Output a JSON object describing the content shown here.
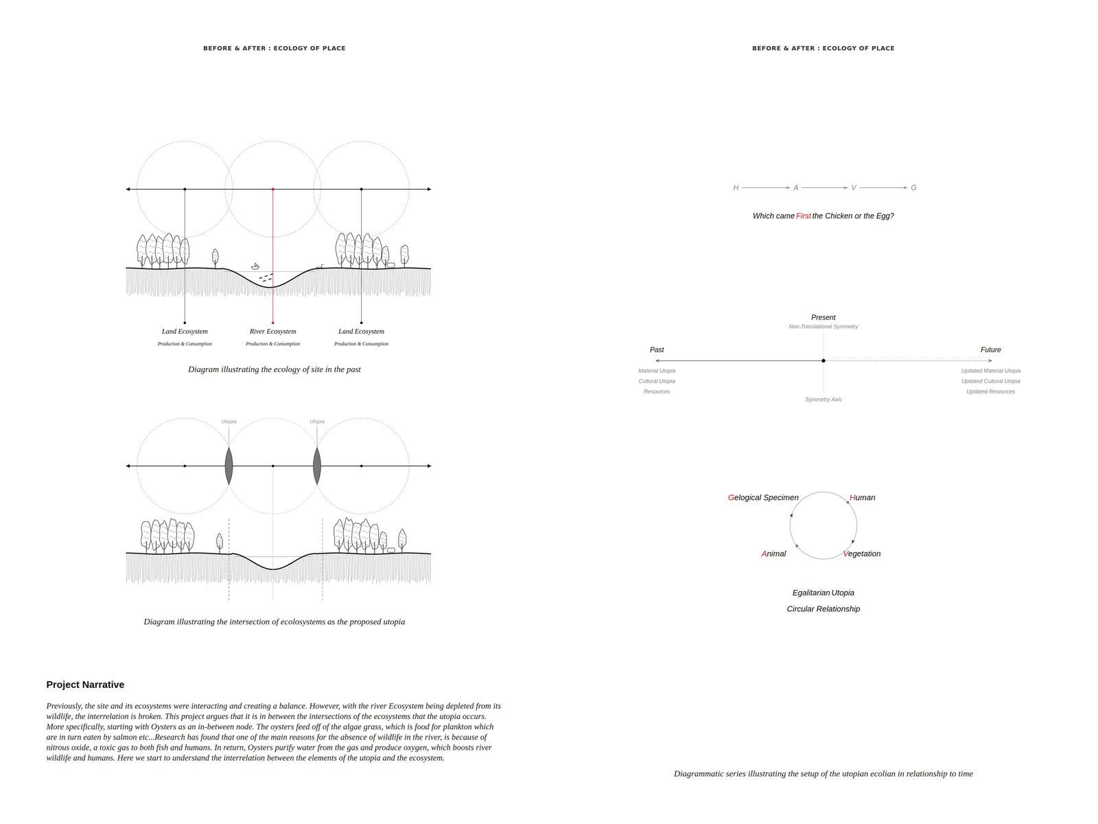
{
  "diagram": {
    "nodes": [
      {
        "text": [
          "H"
        ]
      },
      {
        "text": [
          "A"
        ]
      },
      {
        "text": [
          "V"
        ]
      },
      {
        "text": [
          "G"
        ]
      },
      {
        "text": [
          "Gelogical Specimen"
        ]
      },
      {
        "text": [
          "Human"
        ]
      },
      {
        "text": [
          "Animal"
        ]
      },
      {
        "text": [
          "Vegetation"
        ]
      }
    ],
    "edges": [
      {
        "from": 0,
        "to": 1,
        "arrow": "to"
      },
      {
        "from": 1,
        "to": 2,
        "arrow": "to"
      },
      {
        "from": 2,
        "to": 3,
        "arrow": "to"
      },
      {
        "from": 4,
        "to": 5,
        "arrow": "to"
      },
      {
        "from": 5,
        "to": 6,
        "arrow": "to"
      },
      {
        "from": 6,
        "to": 7,
        "arrow": "to"
      },
      {
        "from": 7,
        "to": 4,
        "arrow": "to"
      }
    ],
    "labels": [
      "BEFORE & AFTER : ECOLOGY OF PLACE",
      "BEFORE & AFTER : ECOLOGY OF PLACE",
      "Land Ecosystem",
      "Production & Consumption",
      "River Ecosystem",
      "Production & Consumption",
      "Land Ecosystem",
      "Production & Consumption",
      "Diagram illustrating the ecology of site in the past",
      "Utopia",
      "Utopia",
      "Diagram illustrating the intersection of ecolosystems as the proposed utopia",
      "Project Narrative",
      "Previously, the site and its ecosystems were interacting and creating a balance. However, with the river Ecosystem being depleted from its wildlife, the interrelation is broken. This project argues that it is in between the intersections of the ecosystems that the utopia occurs. More specifically, starting with Oysters as an in-between node. The oysters feed off of the algae grass, which is food for plankton which are in turn eaten by salmon etc...Research has found that one of the main reasons for the absence of wildlife in the river, is because of nitrous oxide, a toxic gas to both fish and humans. In return, Oysters purify water from the gas and produce oxygen, which boosts river wildlife and humans. Here we start to understand the interrelation between the elements of the utopia and the ecosystem.",
      "Which came",
      "First",
      "the Chicken or the Egg?",
      "Present",
      "Non-Translational Symmetry",
      "Past",
      "Future",
      "Material Utopia",
      "Cultural Utopia",
      "Resources",
      "Updated Material Utopia",
      "Updated Cultural Utopia",
      "Updated Resources",
      "Symmetry Axis",
      "Egalitarian",
      "Utopia",
      "Circular Relationship",
      "Diagrammatic series illustrating the setup of the utopian ecolian in relationship to time"
    ]
  }
}
